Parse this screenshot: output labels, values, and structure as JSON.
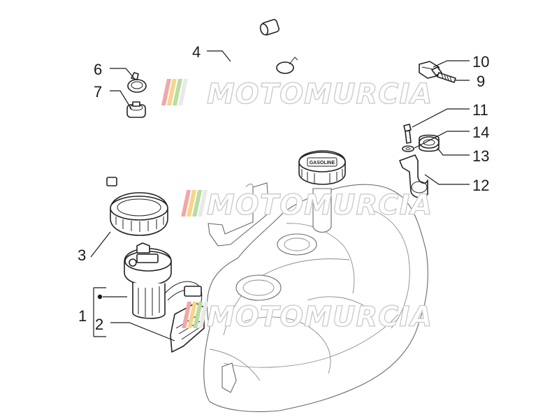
{
  "watermark": {
    "text": "MOTOMURCIA",
    "stripe_colors": [
      "#f2a7a7",
      "#f6d58a",
      "#b9dca0",
      "#e9e9e9"
    ]
  },
  "gascap_label": "GASOLINE",
  "callouts": [
    {
      "id": "1",
      "label": "1"
    },
    {
      "id": "2",
      "label": "2"
    },
    {
      "id": "3",
      "label": "3"
    },
    {
      "id": "4",
      "label": "4"
    },
    {
      "id": "6",
      "label": "6"
    },
    {
      "id": "7",
      "label": "7"
    },
    {
      "id": "9",
      "label": "9"
    },
    {
      "id": "10",
      "label": "10"
    },
    {
      "id": "11",
      "label": "11"
    },
    {
      "id": "12",
      "label": "12"
    },
    {
      "id": "13",
      "label": "13"
    },
    {
      "id": "14",
      "label": "14"
    }
  ]
}
